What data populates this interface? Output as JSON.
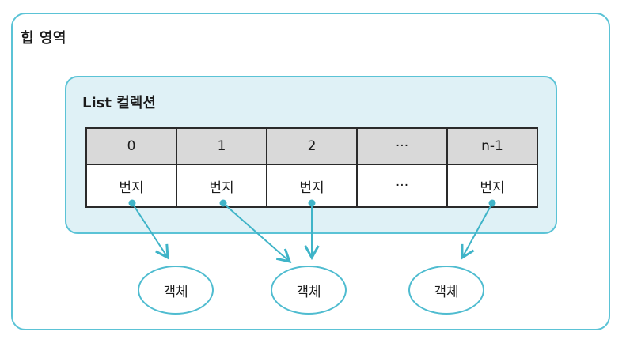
{
  "heap": {
    "title": "힙 영역"
  },
  "list": {
    "title": "List 컬렉션",
    "indices": [
      "0",
      "1",
      "2",
      "···",
      "n-1"
    ],
    "addresses": [
      "번지",
      "번지",
      "번지",
      "···",
      "번지"
    ]
  },
  "objects": [
    "객체",
    "객체",
    "객체"
  ],
  "colors": {
    "border": "#5bc3d6",
    "list_fill": "#dff1f6",
    "index_fill": "#d9d9d9",
    "arrow": "#3fb4c8"
  }
}
